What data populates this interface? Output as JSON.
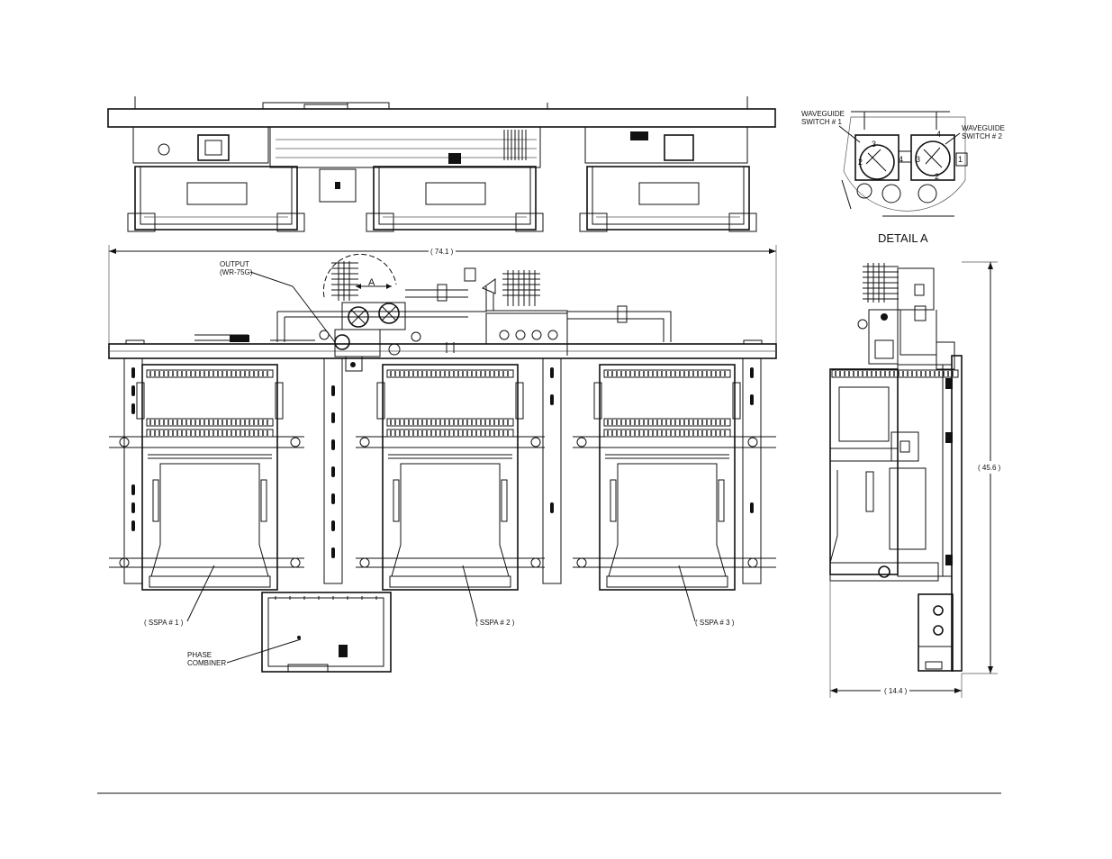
{
  "drawing": {
    "labels": {
      "waveguide_switch_1": [
        "WAVEGUIDE",
        "SWITCH # 1"
      ],
      "waveguide_switch_2": [
        "WAVEGUIDE",
        "SWITCH # 2"
      ],
      "detail_a": "DETAIL A",
      "output": [
        "OUTPUT",
        "(WR-75G)"
      ],
      "detail_marker": "A",
      "sspa_1": "( SSPA # 1 )",
      "sspa_2": "( SSPA # 2 )",
      "sspa_3": "( SSPA # 3 )",
      "phase_combiner": [
        "PHASE",
        "COMBINER"
      ],
      "port_numbers_sw1": [
        "3",
        "2",
        "4"
      ],
      "port_numbers_sw2": [
        "4",
        "3",
        "1",
        "2"
      ]
    },
    "dimensions": {
      "width": "( 74.1 )",
      "height": "( 45.6 )",
      "depth": "( 14.4 )"
    }
  }
}
